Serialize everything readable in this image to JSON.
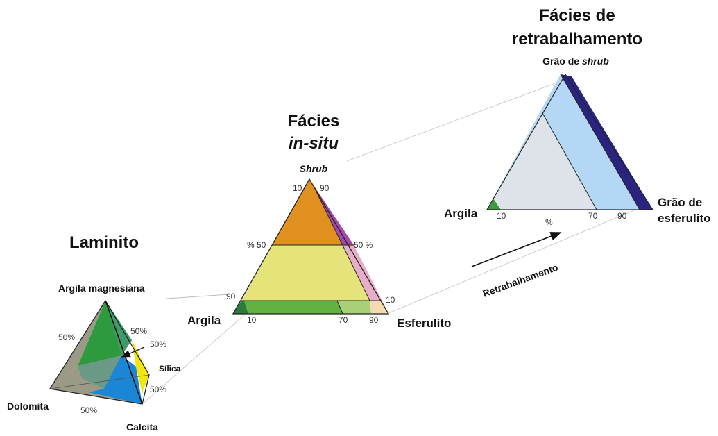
{
  "laminito": {
    "title": "Laminito",
    "vertex_top": "Argila magnesiana",
    "vertex_left": "Dolomita",
    "vertex_bottom": "Calcita",
    "vertex_right": "Sílica",
    "pct_left": "50%",
    "pct_right_top": "50%",
    "pct_right_mid": "50%",
    "pct_right_low": "50%",
    "pct_bottom": "50%",
    "colors": {
      "top": "#2e9a3e",
      "left": "#9a9a86",
      "center": "#6a9a86",
      "bottom": "#1b86d6",
      "right": "#f2e60c"
    }
  },
  "insitu": {
    "title_line1": "Fácies",
    "title_line2": "in-situ",
    "vertex_top": "Shrub",
    "vertex_left": "Argila",
    "vertex_right": "Esferulito",
    "left_axis": {
      "top": "10",
      "mid": "% 50",
      "bottom": "90"
    },
    "right_axis": {
      "top": "90",
      "mid": "50 %",
      "bottom": "10"
    },
    "base_axis": {
      "a": "10",
      "b": "70",
      "c": "90"
    },
    "colors": {
      "orange": "#e0901e",
      "yellow": "#e4e47a",
      "purple": "#a24aa8",
      "pink": "#e6aec8",
      "green": "#62b040",
      "lightgreen": "#a8d078",
      "peach": "#f4dab0",
      "darkgreen": "#2e7a3a"
    }
  },
  "retrabalhamento": {
    "title_line1": "Fácies de",
    "title_line2": "retrabalhamento",
    "vertex_top_prefix": "Grão de ",
    "vertex_top_italic": "shrub",
    "vertex_left": "Argila",
    "vertex_right_line1": "Grão de",
    "vertex_right_line2": "esferulito",
    "base_axis": {
      "a": "10",
      "pct": "%",
      "b": "70",
      "c": "90"
    },
    "colors": {
      "inner": "#dde3e9",
      "band": "#b4d7f5",
      "dark": "#2a2480",
      "green": "#3e9a3e"
    }
  },
  "arrow_label": "Retrabalhamento"
}
